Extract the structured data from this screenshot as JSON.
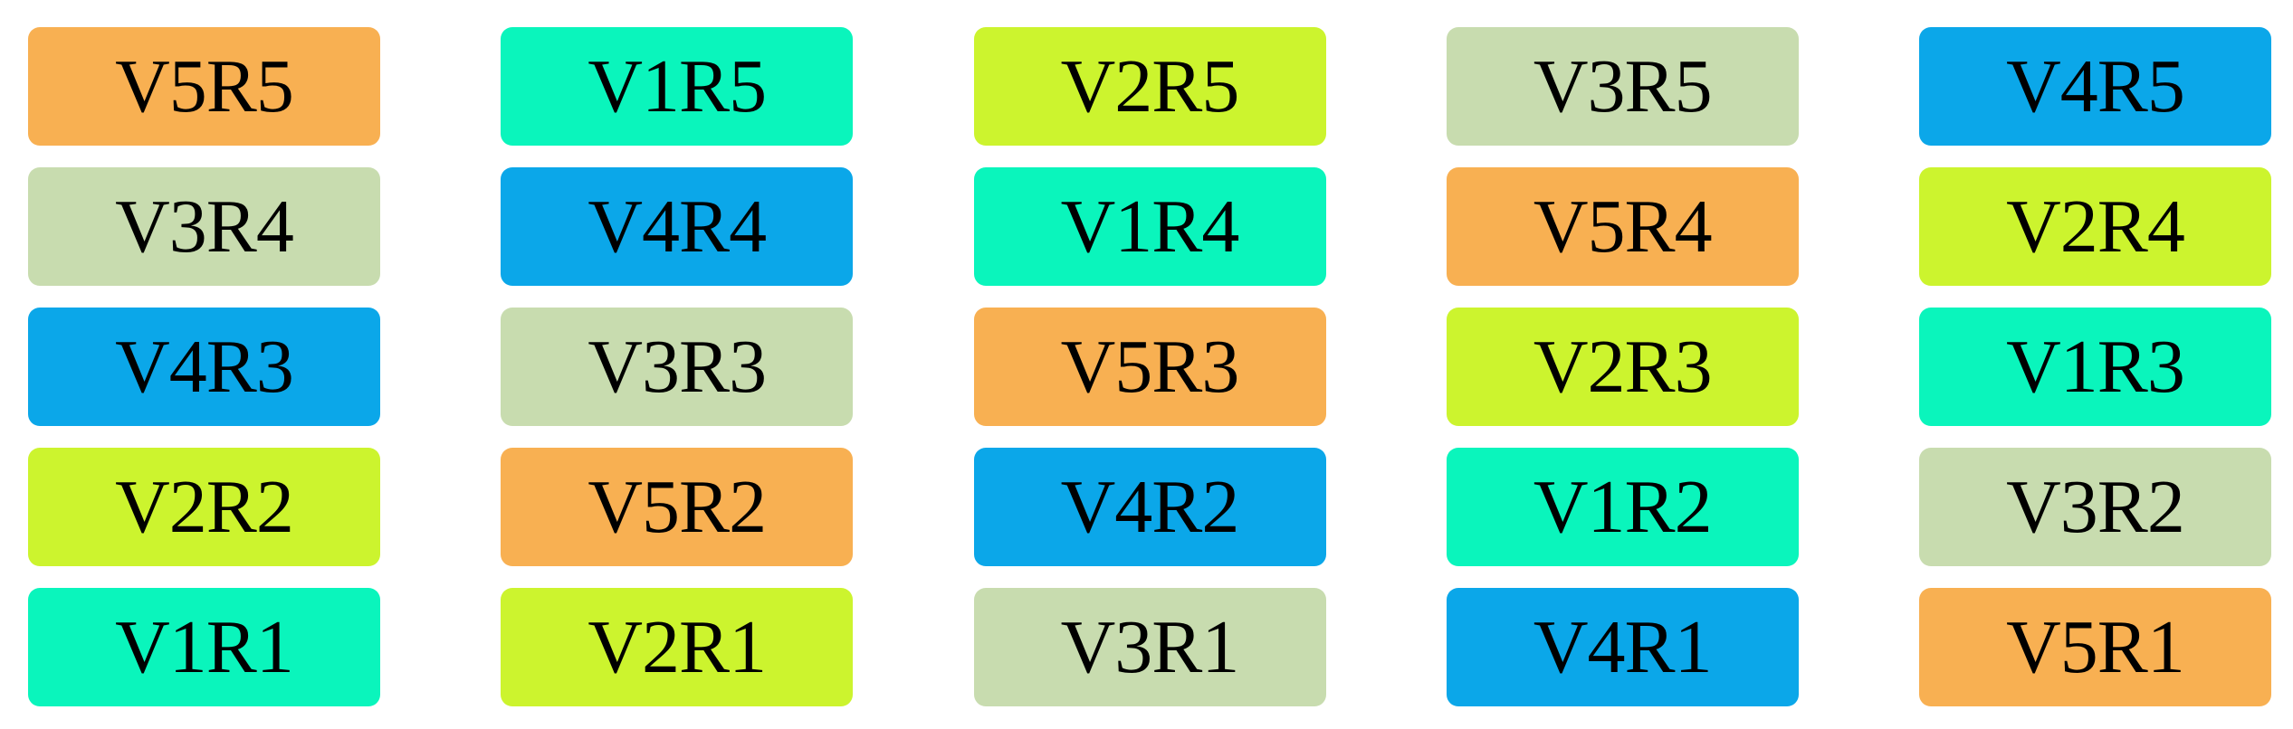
{
  "palette": {
    "V1": "#0af5bc",
    "V2": "#ccf42e",
    "V3": "#c8dcaf",
    "V4": "#0ba7e9",
    "V5": "#f8b052"
  },
  "text_color": "#000000",
  "background_color": "#ffffff",
  "grid": {
    "rows": [
      {
        "cells": [
          {
            "label": "V5R5",
            "variety": "V5"
          },
          {
            "label": "V1R5",
            "variety": "V1"
          },
          {
            "label": "V2R5",
            "variety": "V2"
          },
          {
            "label": "V3R5",
            "variety": "V3"
          },
          {
            "label": "V4R5",
            "variety": "V4"
          }
        ]
      },
      {
        "cells": [
          {
            "label": "V3R4",
            "variety": "V3"
          },
          {
            "label": "V4R4",
            "variety": "V4"
          },
          {
            "label": "V1R4",
            "variety": "V1"
          },
          {
            "label": "V5R4",
            "variety": "V5"
          },
          {
            "label": "V2R4",
            "variety": "V2"
          }
        ]
      },
      {
        "cells": [
          {
            "label": "V4R3",
            "variety": "V4"
          },
          {
            "label": "V3R3",
            "variety": "V3"
          },
          {
            "label": "V5R3",
            "variety": "V5"
          },
          {
            "label": "V2R3",
            "variety": "V2"
          },
          {
            "label": "V1R3",
            "variety": "V1"
          }
        ]
      },
      {
        "cells": [
          {
            "label": "V2R2",
            "variety": "V2"
          },
          {
            "label": "V5R2",
            "variety": "V5"
          },
          {
            "label": "V4R2",
            "variety": "V4"
          },
          {
            "label": "V1R2",
            "variety": "V1"
          },
          {
            "label": "V3R2",
            "variety": "V3"
          }
        ]
      },
      {
        "cells": [
          {
            "label": "V1R1",
            "variety": "V1"
          },
          {
            "label": "V2R1",
            "variety": "V2"
          },
          {
            "label": "V3R1",
            "variety": "V3"
          },
          {
            "label": "V4R1",
            "variety": "V4"
          },
          {
            "label": "V5R1",
            "variety": "V5"
          }
        ]
      }
    ]
  }
}
